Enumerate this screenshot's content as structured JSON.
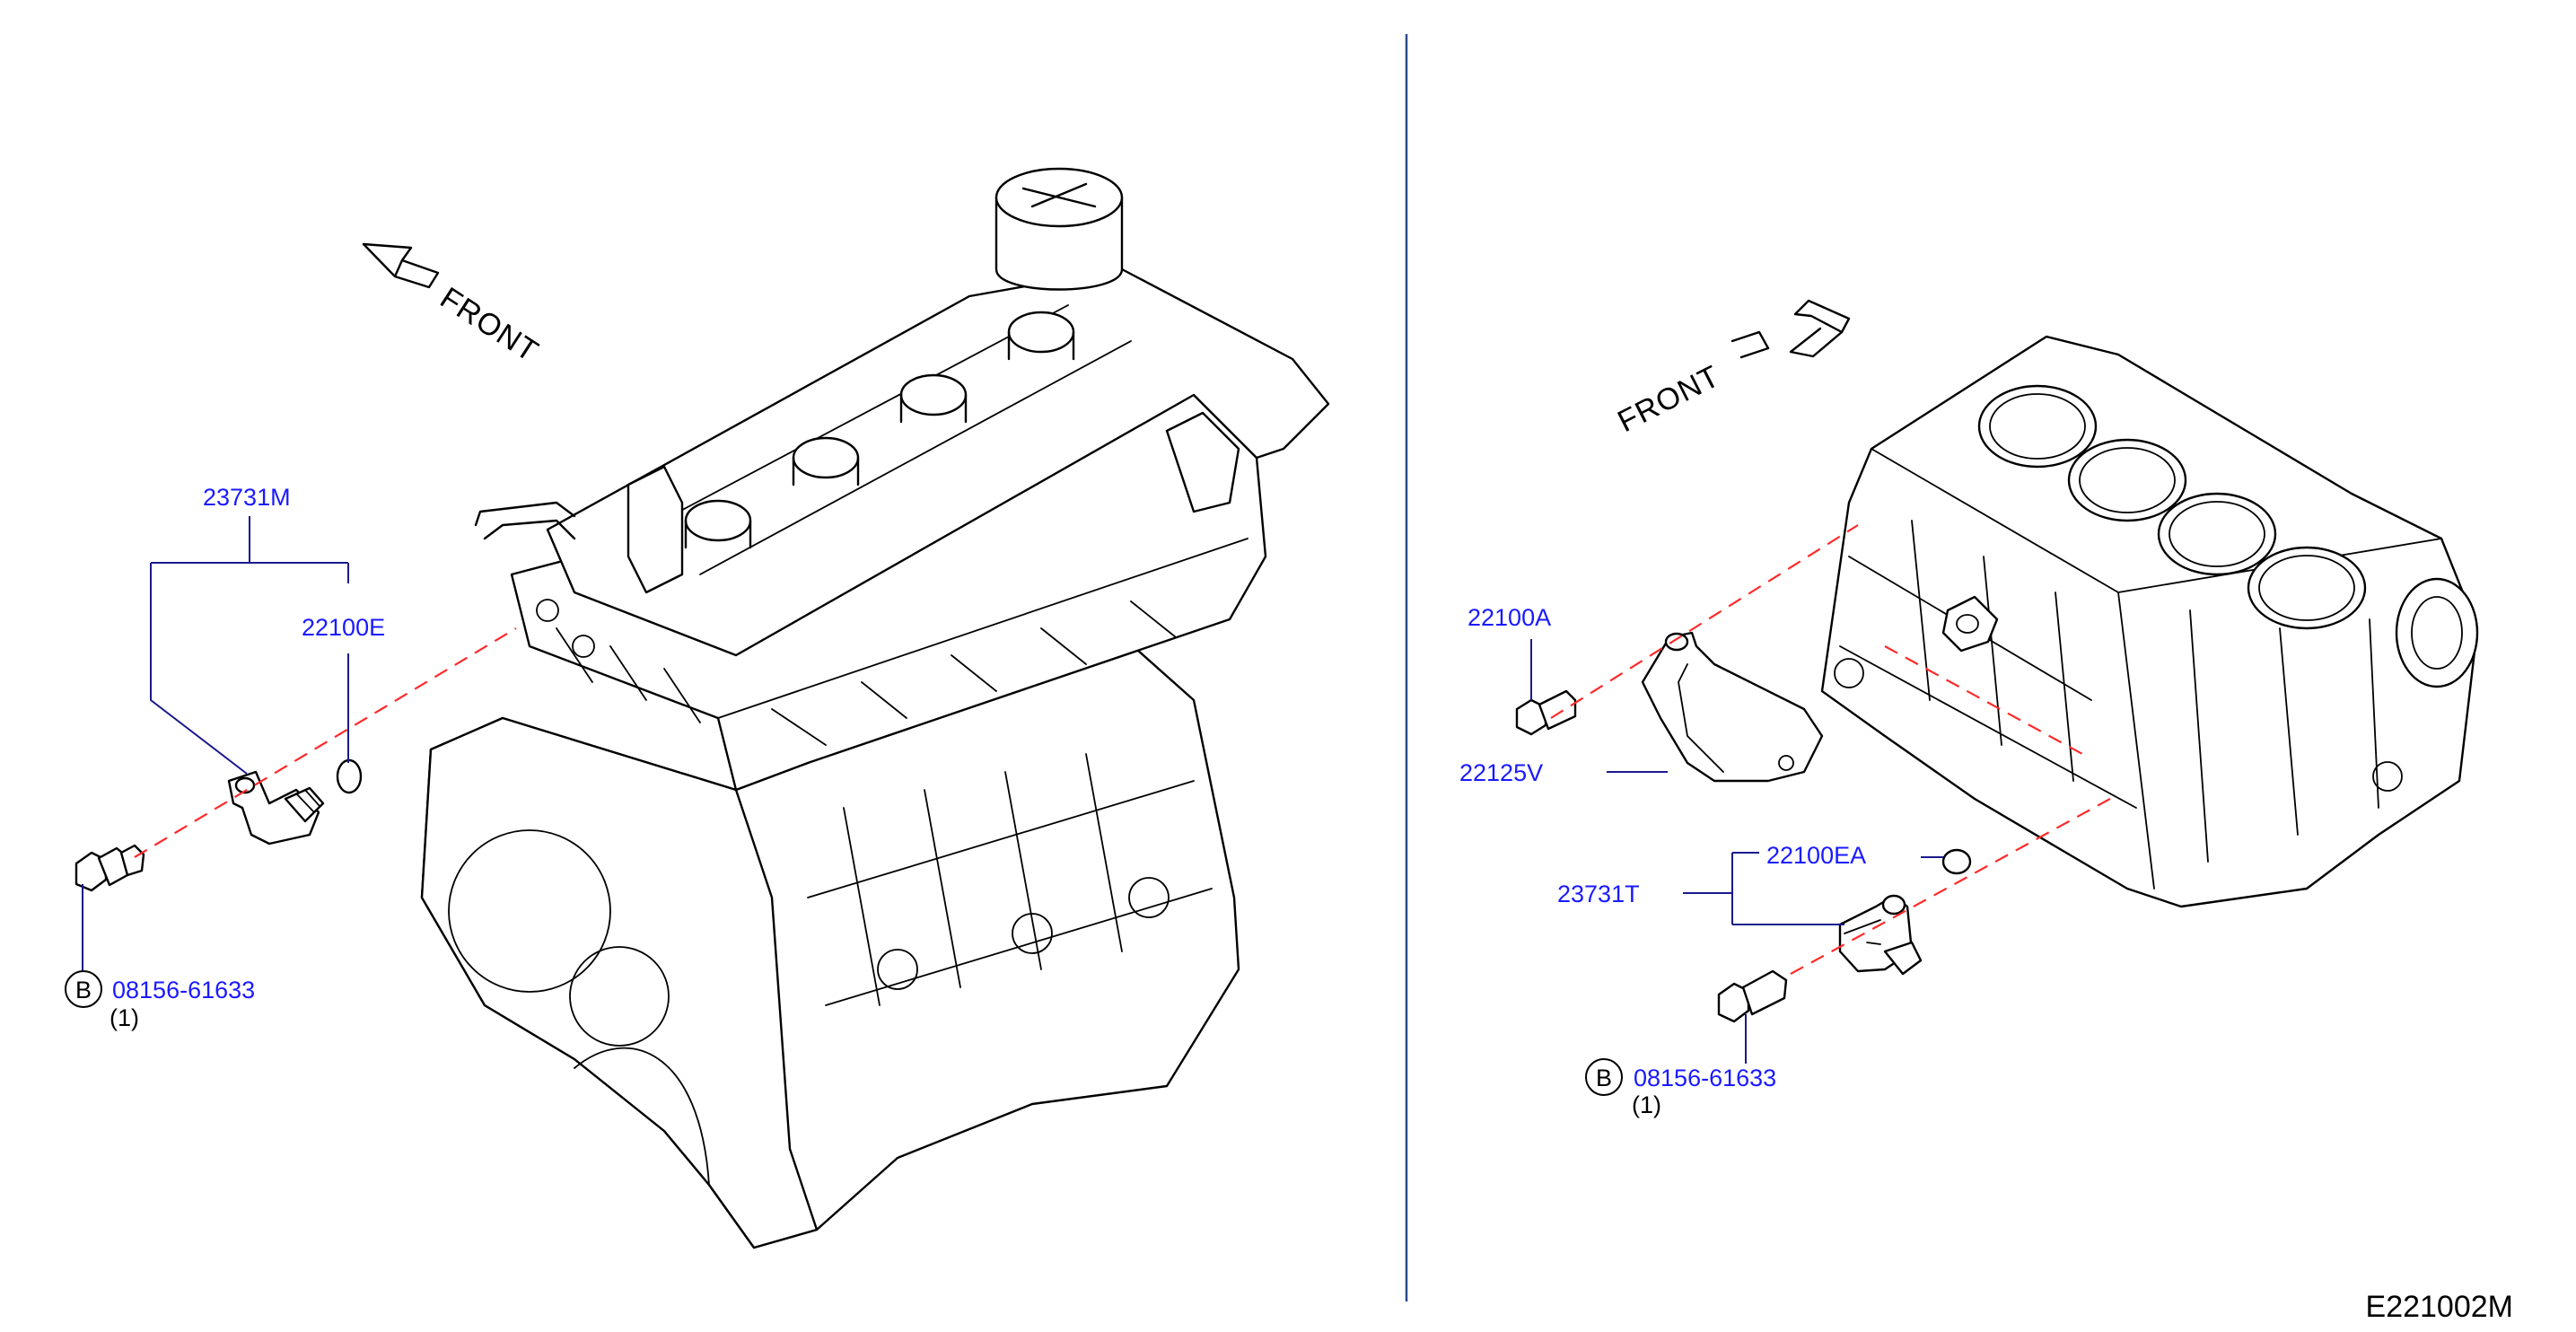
{
  "left_panel": {
    "front_text": "FRONT",
    "parts": {
      "sensor": "23731M",
      "o_ring": "22100E",
      "bolt": "08156-61633",
      "bolt_ref_letter": "B",
      "bolt_qty": "(1)"
    }
  },
  "right_panel": {
    "front_text": "FRONT",
    "parts": {
      "bracket_bolt": "22100A",
      "bracket": "22125V",
      "sensor": "23731T",
      "o_ring": "22100EA",
      "bolt": "08156-61633",
      "bolt_ref_letter": "B",
      "bolt_qty": "(1)"
    }
  },
  "diagram_code": "E221002M",
  "colors": {
    "part_number": "#1a1aff",
    "leader_line": "#1a1a8c",
    "dashed_line": "#ff2a2a",
    "divider": "#2a4a8c",
    "ink": "#000000"
  }
}
